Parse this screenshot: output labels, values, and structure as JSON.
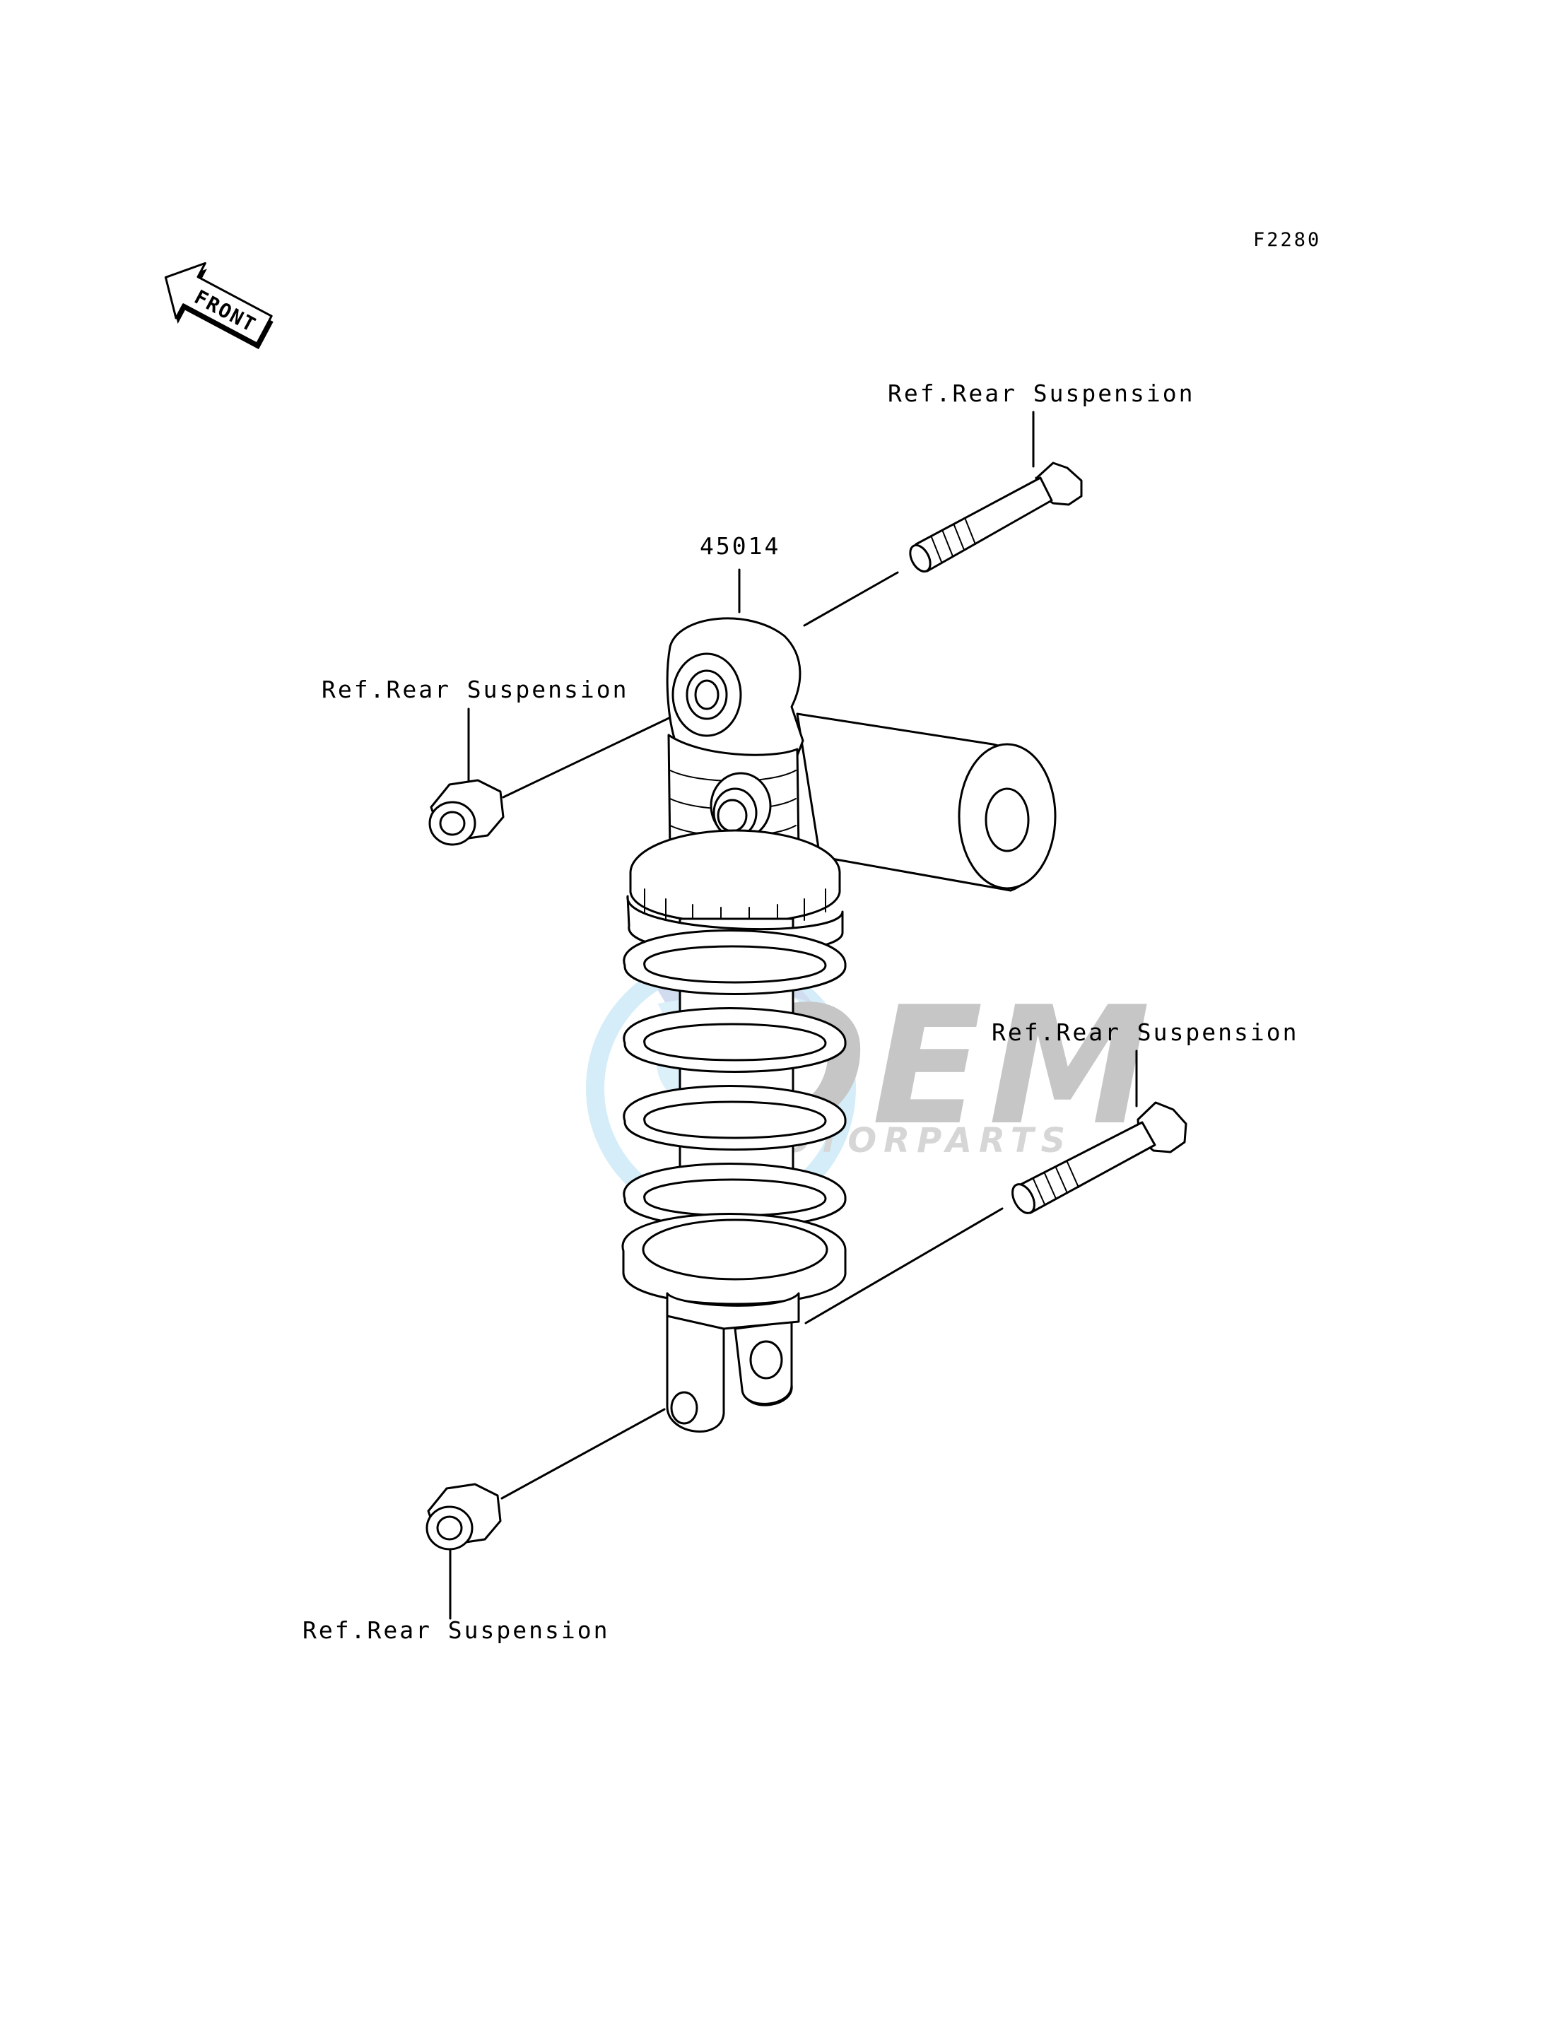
{
  "diagram_code": "F2280",
  "front_label": "FRONT",
  "part_number": "45014",
  "callouts": [
    "Ref.Rear Suspension",
    "Ref.Rear Suspension",
    "Ref.Rear Suspension",
    "Ref.Rear Suspension"
  ],
  "watermark": {
    "brand": "OEM",
    "tagline": "MOTORPARTS"
  },
  "colors": {
    "line": "#000000",
    "watermark_blue": "#bfe3f5",
    "watermark_gray": "#c4c4c4"
  }
}
